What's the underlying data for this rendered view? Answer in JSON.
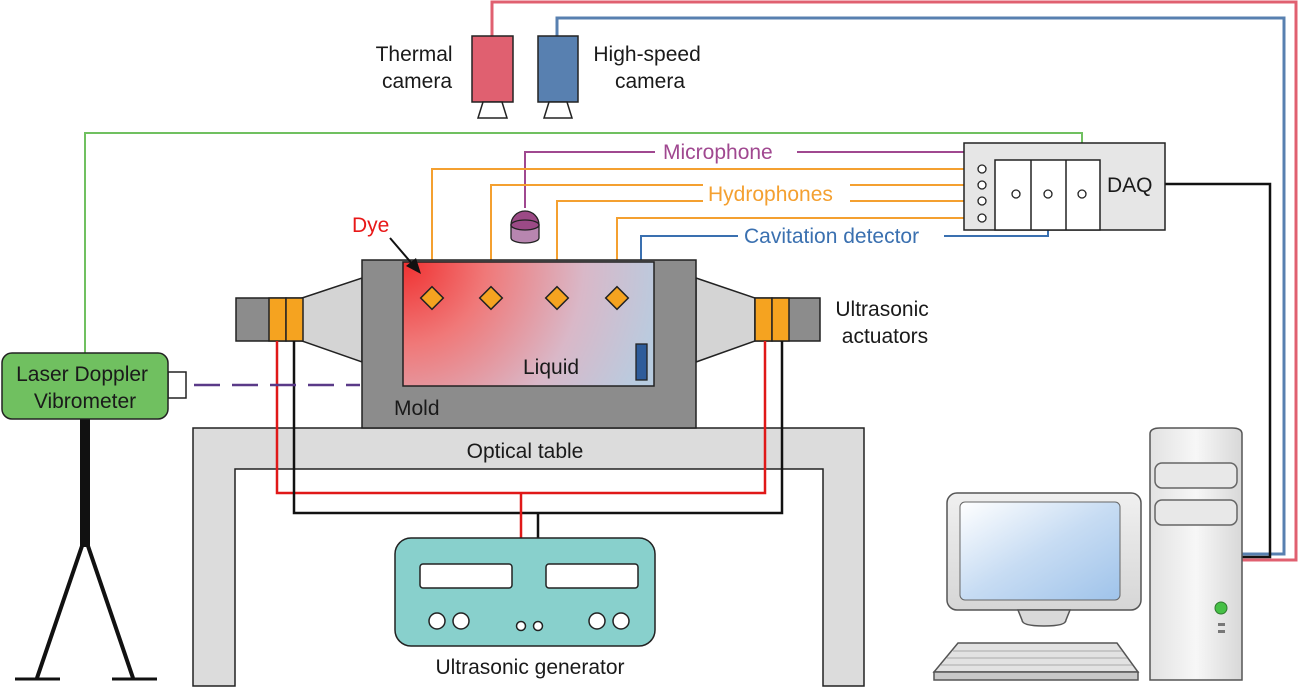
{
  "labels": {
    "thermal_camera": [
      "Thermal",
      "camera"
    ],
    "high_speed_camera": [
      "High-speed",
      "camera"
    ],
    "microphone": "Microphone",
    "hydrophones": "Hydrophones",
    "cavitation_detector": "Cavitation detector",
    "dye": "Dye",
    "daq": "DAQ",
    "ultrasonic_actuators": [
      "Ultrasonic",
      "actuators"
    ],
    "liquid": "Liquid",
    "mold": "Mold",
    "laser_doppler_vibrometer": [
      "Laser Doppler",
      "Vibrometer"
    ],
    "optical_table": "Optical table",
    "ultrasonic_generator": "Ultrasonic generator"
  },
  "colors": {
    "thermal": "#e06070",
    "highspeed": "#5880b0",
    "microphone": "#a04890",
    "hydrophone": "#f4a030",
    "cavitation": "#3a70b0",
    "dye": "#e81818",
    "vibrometer": "#70c060",
    "power": "#e01818",
    "mold": "#8c8c8c",
    "table": "#dcdcdc",
    "generator": "#88d0cc",
    "liquid": "#b8cce0"
  }
}
